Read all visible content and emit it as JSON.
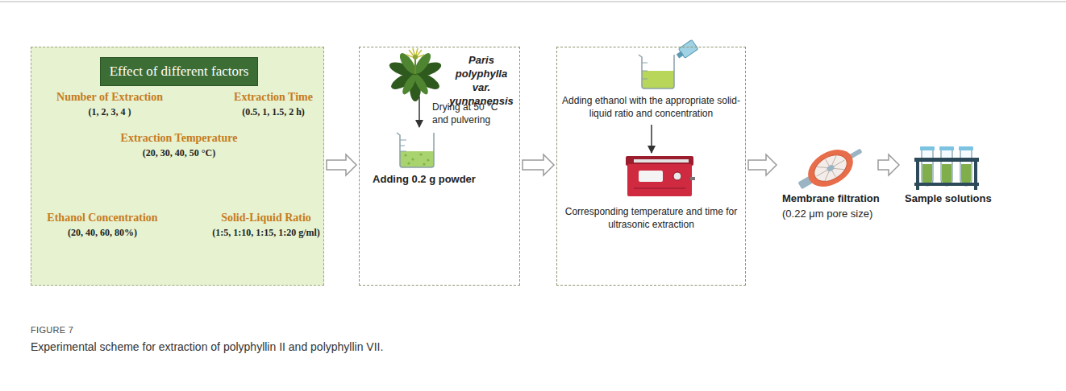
{
  "diagram": {
    "caption": "Experimental scheme for extraction of polyphyllin II and polyphyllin VII.",
    "nodes": [
      {
        "text": [
          "Number of Extraction",
          "(1, 2, 3, 4 )",
          "Extraction Time",
          "(0.5, 1, 1.5, 2 h)",
          "Extraction Temperature",
          "(20, 30, 40, 50 °C)",
          "Ethanol Concentration",
          "(20, 40, 60, 80%)",
          "Solid-Liquid Ratio",
          "(1:5, 1:10, 1:15, 1:20 g/ml)"
        ]
      },
      {
        "text": [
          "Effect of different factors"
        ],
        "in": 0
      },
      {
        "text": [
          "Paris polyphylla var. yunnanensis",
          "Drying at 50 °C and pulvering",
          "Adding 0.2 g powder"
        ]
      },
      {
        "text": [
          "Adding ethanol with the appropriate solid-liquid ratio and concentration",
          "Corresponding temperature and time for ultrasonic extraction"
        ]
      },
      {
        "text": [
          "Membrane filtration",
          "(0.22 μm pore size)"
        ]
      },
      {
        "text": [
          "Sample solutions"
        ]
      }
    ],
    "edges": [
      {
        "from": 0,
        "to": 2,
        "arrow": "to"
      },
      {
        "from": 2,
        "to": 3,
        "arrow": "to"
      },
      {
        "from": 3,
        "to": 4,
        "arrow": "to"
      },
      {
        "from": 4,
        "to": 5,
        "arrow": "to"
      }
    ],
    "labels": [
      "FIGURE 7"
    ]
  }
}
